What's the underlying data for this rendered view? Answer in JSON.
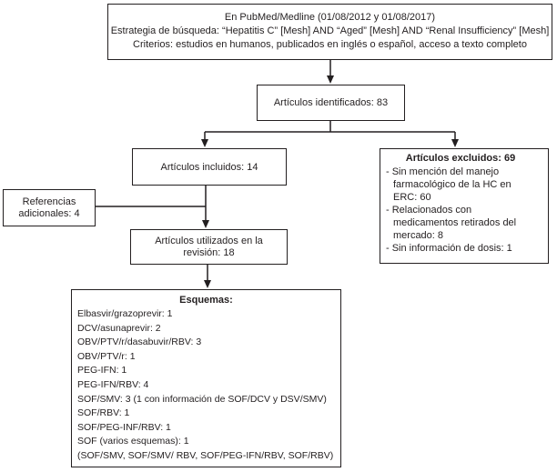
{
  "diagram": {
    "top_box": {
      "line1": "En PubMed/Medline (01/08/2012 y 01/08/2017)",
      "line2": "Estrategia de búsqueda: “Hepatitis C” [Mesh] AND “Aged” [Mesh] AND “Renal Insufficiency” [Mesh]",
      "line3": "Criterios: estudios en humanos, publicados en inglés o español, acceso a texto completo"
    },
    "identified_box": {
      "label": "Artículos identificados: 83"
    },
    "included_box": {
      "label": "Artículos incluidos: 14"
    },
    "excluded_box": {
      "title": "Artículos excluidos: 69",
      "items": [
        "- Sin mención del manejo farmacológico de la HC en ERC: 60",
        "- Relacionados con medicamentos retirados del mercado: 8",
        "- Sin información de dosis: 1"
      ]
    },
    "references_box": {
      "label": "Referencias adicionales: 4"
    },
    "used_box": {
      "label": "Artículos utilizados en la revisión: 18"
    },
    "schemes_box": {
      "title": "Esquemas:",
      "items": [
        "Elbasvir/grazoprevir: 1",
        "DCV/asunaprevir: 2",
        "OBV/PTV/r/dasabuvir/RBV: 3",
        "OBV/PTV/r: 1",
        "PEG-IFN: 1",
        "PEG-IFN/RBV: 4",
        "SOF/SMV: 3 (1 con información de SOF/DCV y DSV/SMV)",
        "SOF/RBV: 1",
        "SOF/PEG-INF/RBV: 1",
        "SOF (varios esquemas): 1",
        "(SOF/SMV, SOF/SMV/ RBV, SOF/PEG-IFN/RBV, SOF/RBV)"
      ]
    },
    "colors": {
      "border": "#231f20",
      "text": "#231f20",
      "background": "#ffffff"
    }
  }
}
